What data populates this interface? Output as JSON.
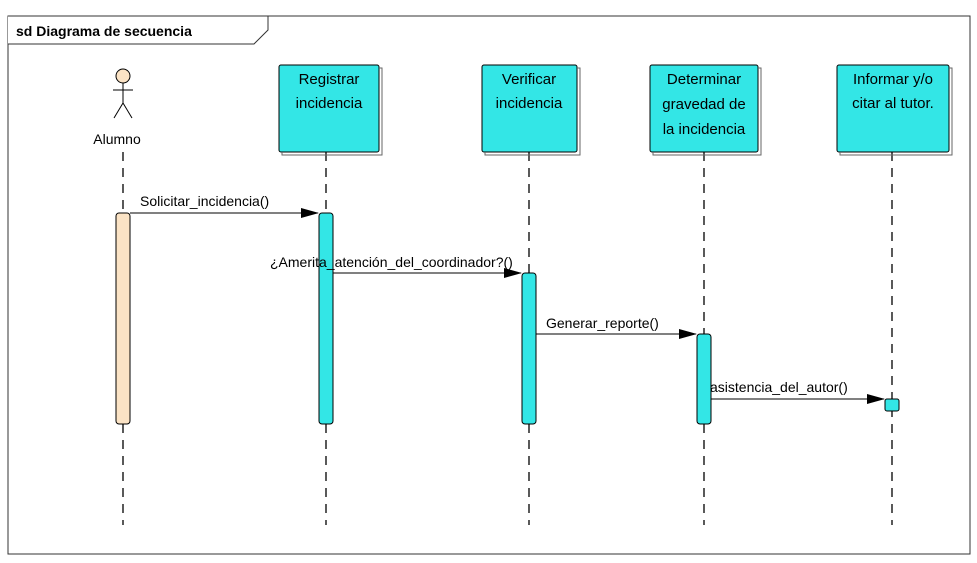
{
  "frame": {
    "title": "sd Diagrama de secuencia"
  },
  "actor": {
    "label": "Alumno"
  },
  "lifelines": [
    {
      "id": "registrar",
      "lines": [
        "Registrar",
        "incidencia"
      ]
    },
    {
      "id": "verificar",
      "lines": [
        "Verificar",
        "incidencia"
      ]
    },
    {
      "id": "determinar",
      "lines": [
        "Determinar",
        "gravedad de",
        "la incidencia"
      ]
    },
    {
      "id": "informar",
      "lines": [
        "Informar y/o",
        "citar al tutor."
      ]
    }
  ],
  "messages": [
    {
      "label": "Solicitar_incidencia()"
    },
    {
      "label": "¿Amerita_atención_del_coordinador?()"
    },
    {
      "label": "Generar_reporte()"
    },
    {
      "label": "asistencia_del_autor()"
    }
  ],
  "colors": {
    "lifeline_fill": "#33E6E6",
    "actor_activation": "#FBE3C5",
    "actor_head": "#FBE3C5",
    "line": "#000000",
    "frame_border": "#333333"
  }
}
